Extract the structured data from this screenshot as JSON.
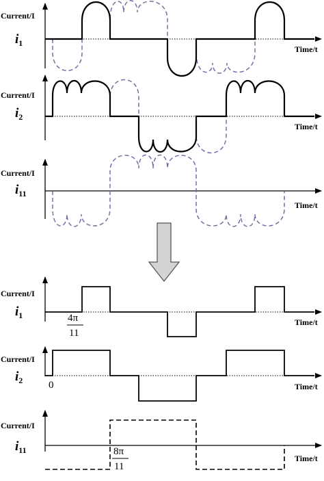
{
  "colors": {
    "solid": "#000000",
    "dashed": "#7a6aa5",
    "arrow_fill": "#d4d4d4",
    "arrow_stroke": "#555555"
  },
  "axis_labels": {
    "y": "Current/I",
    "x": "Time/t"
  },
  "panels": [
    {
      "sym": "i",
      "sub": "1"
    },
    {
      "sym": "i",
      "sub": "2"
    },
    {
      "sym": "i",
      "sub": "11"
    },
    {
      "sym": "i",
      "sub": "1"
    },
    {
      "sym": "i",
      "sub": "2"
    },
    {
      "sym": "i",
      "sub": "11"
    }
  ],
  "annotations": {
    "frac1": {
      "num": "4π",
      "den": "11"
    },
    "zero": "0",
    "frac2": {
      "num": "8π",
      "den": "11"
    }
  },
  "icons": {
    "transform_arrow": "down-arrow-icon"
  }
}
